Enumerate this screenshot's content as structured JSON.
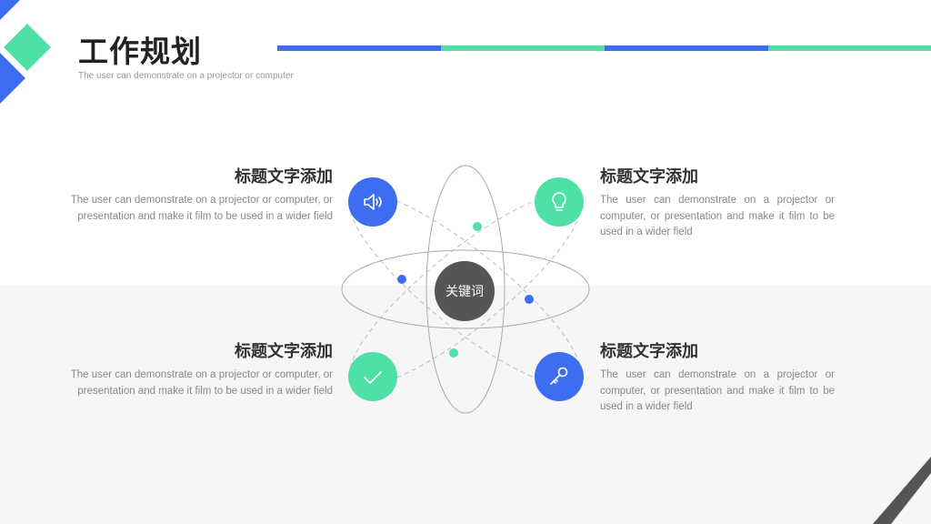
{
  "header": {
    "title": "工作规划",
    "subtitle": "The user can demonstrate on a projector or computer"
  },
  "colors": {
    "blue": "#3d6df0",
    "green": "#4fe0a6",
    "dark": "#555555",
    "light_bg": "#f6f6f6"
  },
  "center": {
    "label": "关键词"
  },
  "items": [
    {
      "title": "标题文字添加",
      "text": "The user can demonstrate on a projector or computer, or presentation and make it film to be used in a wider field",
      "icon": "speaker-icon"
    },
    {
      "title": "标题文字添加",
      "text": "The user can demonstrate on a projector or computer, or presentation and make it film to be used in a wider field",
      "icon": "lightbulb-icon"
    },
    {
      "title": "标题文字添加",
      "text": "The user can demonstrate on a projector or computer, or presentation and make it film to be used in a wider field",
      "icon": "check-icon"
    },
    {
      "title": "标题文字添加",
      "text": "The user can demonstrate on a projector or computer, or presentation and make it film to be used in a wider field",
      "icon": "key-icon"
    }
  ]
}
